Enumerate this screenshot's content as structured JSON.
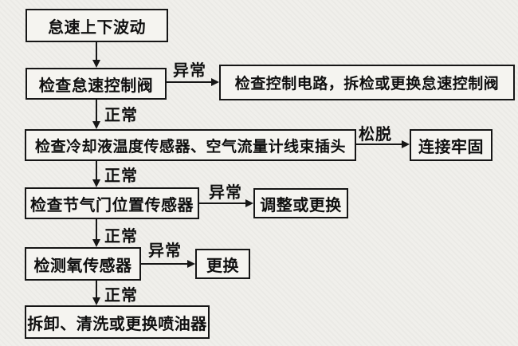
{
  "flow": {
    "nodes": [
      {
        "label": "怠速上下波动"
      },
      {
        "label": "检查怠速控制阀"
      },
      {
        "label": "检查控制电路，拆检或更换怠速控制阀"
      },
      {
        "label": "检查冷却液温度传感器、空气流量计线束插头"
      },
      {
        "label": "连接牢固"
      },
      {
        "label": "检查节气门位置传感器"
      },
      {
        "label": "调整或更换"
      },
      {
        "label": "检测氧传感器"
      },
      {
        "label": "更换"
      },
      {
        "label": "拆卸、清洗或更换喷油器"
      }
    ],
    "edge_labels": {
      "normal": "正常",
      "abnormal": "异常",
      "loose": "松脱"
    }
  },
  "colors": {
    "background": "#f0efeb",
    "box_fill": "#f5f4f0",
    "line": "#161616",
    "text": "#101010"
  }
}
